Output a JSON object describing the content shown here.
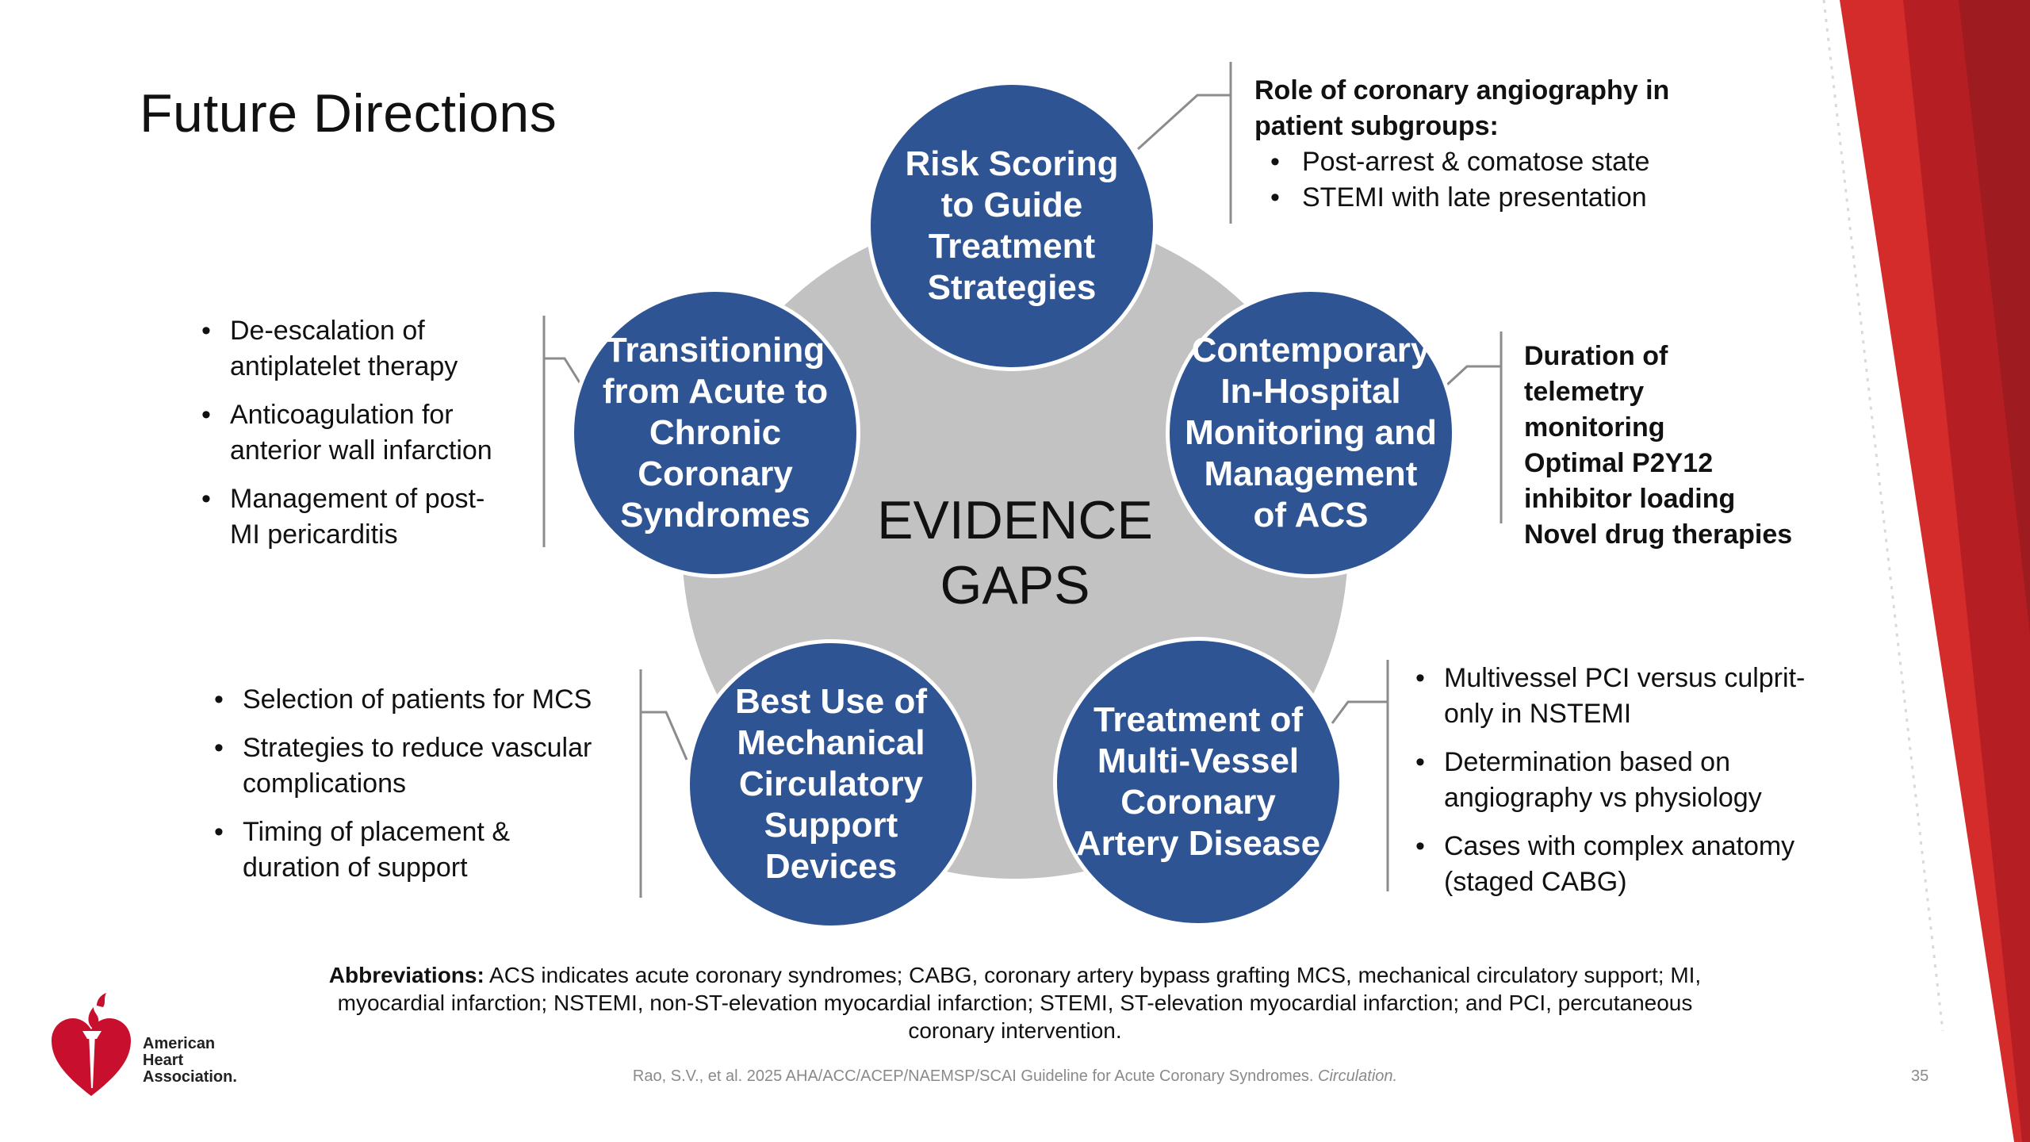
{
  "slide": {
    "title": "Future Directions",
    "page_number": "35"
  },
  "hub": {
    "line1": "EVIDENCE",
    "line2": "GAPS"
  },
  "nodes": [
    {
      "id": "risk",
      "label": "Risk Scoring to Guide Treatment Strategies"
    },
    {
      "id": "monitoring",
      "label": "Contemporary In-Hospital Monitoring and Management of ACS"
    },
    {
      "id": "multivessel",
      "label": "Treatment of Multi-Vessel Coronary Artery Disease"
    },
    {
      "id": "mcs",
      "label": "Best Use of Mechanical Circulatory Support Devices"
    },
    {
      "id": "transition",
      "label": "Transitioning from Acute to Chronic Coronary Syndromes"
    }
  ],
  "callouts": {
    "risk": {
      "heading_line1": "Role of coronary angiography in",
      "heading_line2": "patient subgroups:",
      "items": [
        "Post-arrest & comatose state",
        "STEMI with late presentation"
      ]
    },
    "monitoring": {
      "lines": [
        "Duration of",
        "telemetry",
        "monitoring",
        "Optimal P2Y12",
        "inhibitor loading",
        "Novel drug therapies"
      ]
    },
    "multivessel": {
      "items": [
        [
          "Multivessel PCI versus culprit-",
          "only in NSTEMI"
        ],
        [
          "Determination based on",
          "angiography vs physiology"
        ],
        [
          "Cases with complex anatomy",
          "(staged CABG)"
        ]
      ]
    },
    "mcs": {
      "items": [
        [
          "Selection of patients for MCS"
        ],
        [
          "Strategies to reduce vascular",
          "complications"
        ],
        [
          "Timing of placement &",
          "duration of support"
        ]
      ]
    },
    "transition": {
      "items": [
        [
          "De-escalation of",
          "antiplatelet therapy"
        ],
        [
          "Anticoagulation for",
          "anterior wall infarction"
        ],
        [
          "Management of post-",
          "MI pericarditis"
        ]
      ]
    }
  },
  "bullet_glyph": "•",
  "abbreviations": {
    "label": "Abbreviations:",
    "line1": " ACS indicates acute coronary syndromes; CABG, coronary artery bypass grafting MCS, mechanical circulatory support; MI,",
    "line2": "myocardial infarction; NSTEMI, non-ST-elevation myocardial infarction; STEMI, ST-elevation myocardial infarction; and PCI, percutaneous",
    "line3": "coronary intervention."
  },
  "citation": {
    "text": "Rao, S.V., et al. 2025 AHA/ACC/ACEP/NAEMSP/SCAI Guideline for Acute Coronary Syndromes. ",
    "journal": "Circulation."
  },
  "logo": {
    "line1": "American",
    "line2": "Heart",
    "line3": "Association."
  },
  "colors": {
    "node_fill": "#2f5493",
    "hub_fill": "#c2c2c2",
    "accent_red": "#c8102e",
    "connector": "#8c8c8c"
  }
}
